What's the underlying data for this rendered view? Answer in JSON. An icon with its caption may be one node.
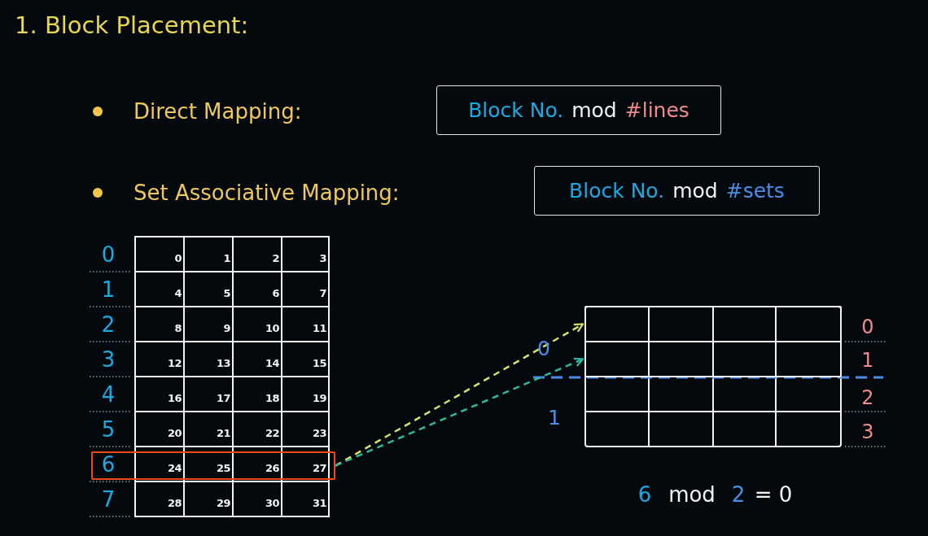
{
  "diagram": {
    "title": "1. Block Placement:",
    "nodes": [
      {
        "text": [
          "Block No.",
          "mod",
          "#lines"
        ]
      },
      {
        "text": [
          "Block No.",
          "mod",
          "#sets"
        ]
      },
      {
        "text": [],
        "shape": "box"
      },
      {
        "text": [],
        "shape": "box"
      },
      {
        "text": [],
        "shape": "box"
      }
    ],
    "edges": [
      {
        "from": 2,
        "to": 3,
        "arrow": "to",
        "style": "dashed",
        "color": "#d6e06c"
      },
      {
        "from": 2,
        "to": 4,
        "arrow": "to",
        "style": "dashed",
        "color": "#2fb89c"
      }
    ],
    "labels": [
      "Direct Mapping:",
      "Set Associative Mapping:",
      "0",
      "0",
      "1",
      "2",
      "3",
      "1",
      "4",
      "5",
      "6",
      "7",
      "2",
      "8",
      "9",
      "10",
      "11",
      "3",
      "12",
      "13",
      "14",
      "15",
      "4",
      "16",
      "17",
      "18",
      "19",
      "5",
      "20",
      "21",
      "22",
      "23",
      "6",
      "24",
      "25",
      "26",
      "27",
      "7",
      "28",
      "29",
      "30",
      "31",
      "0",
      "0",
      "1",
      "2",
      "1",
      "3",
      "6",
      "mod",
      "2",
      "= 0"
    ]
  }
}
